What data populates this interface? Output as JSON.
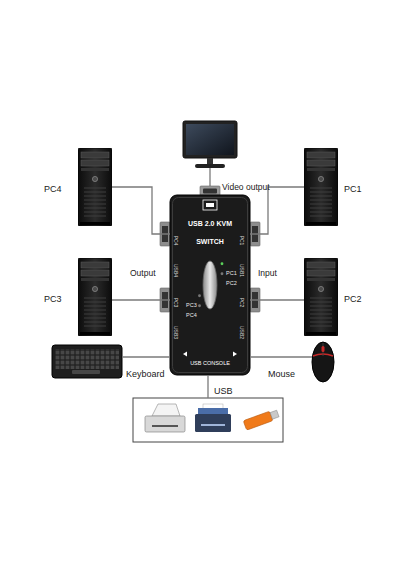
{
  "diagram": {
    "nodes": [
      {
        "text": [
          "PC4"
        ]
      },
      {
        "text": [
          "PC1"
        ]
      },
      {
        "text": [
          "USB 2.0 KVM SWITCH",
          "PC1",
          "PC2",
          "PC3",
          "PC4",
          "USB CONSOLE"
        ]
      },
      {
        "text": [
          "PC3"
        ]
      },
      {
        "text": [
          "PC2"
        ]
      },
      {
        "text": [
          "Keyboard"
        ]
      },
      {
        "text": [
          "Mouse"
        ]
      },
      {
        "text": [
          "USB"
        ]
      }
    ],
    "edges": [
      {
        "from": 0,
        "to": 2,
        "arrow": "none"
      },
      {
        "from": 1,
        "to": 2,
        "arrow": "none"
      },
      {
        "from": 3,
        "to": 2,
        "arrow": "none"
      },
      {
        "from": 4,
        "to": 2,
        "arrow": "none"
      },
      {
        "from": 5,
        "to": 2,
        "arrow": "none"
      },
      {
        "from": 6,
        "to": 2,
        "arrow": "none"
      },
      {
        "from": 2,
        "to": 7,
        "arrow": "none"
      }
    ],
    "labels": [
      "Video output",
      "Output",
      "Input",
      "PC4",
      "USB4",
      "PC3",
      "USB3",
      "PC1",
      "USB1",
      "PC2",
      "USB2"
    ]
  }
}
